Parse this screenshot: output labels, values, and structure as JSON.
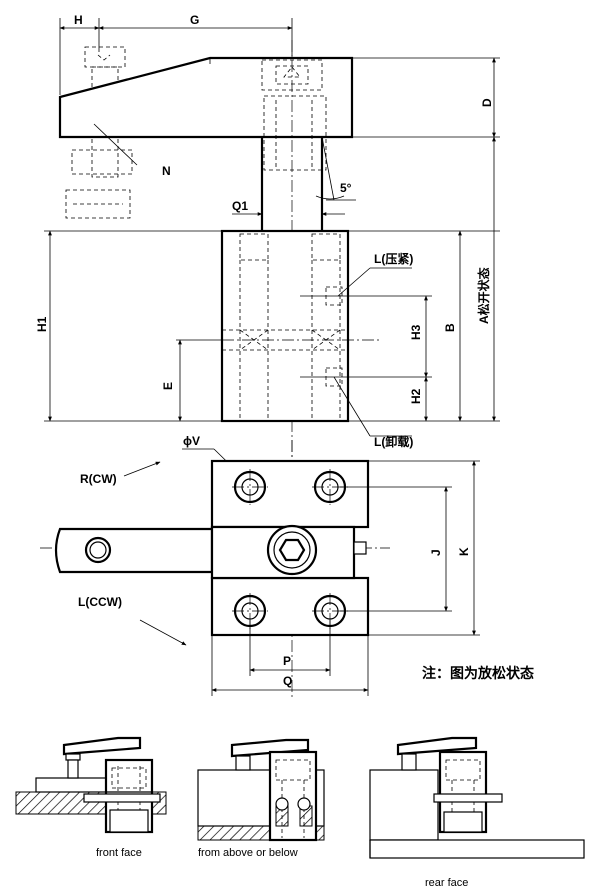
{
  "dimension_labels": {
    "H": "H",
    "G": "G",
    "D": "D",
    "N": "N",
    "angle": "5°",
    "Q1": "Q1",
    "L_press": "L(压紧)",
    "A_release": "A松开状态",
    "H1": "H1",
    "H3": "H3",
    "B": "B",
    "E": "E",
    "H2": "H2",
    "L_unload": "L(卸载)",
    "phiV": "ϕV",
    "R_CW": "R(CW)",
    "L_CCW": "L(CCW)",
    "J": "J",
    "K": "K",
    "P": "P",
    "Q": "Q"
  },
  "note": "注：图为放松状态",
  "captions": {
    "front": "front face",
    "above_below": "from above or below",
    "rear": "rear face"
  }
}
